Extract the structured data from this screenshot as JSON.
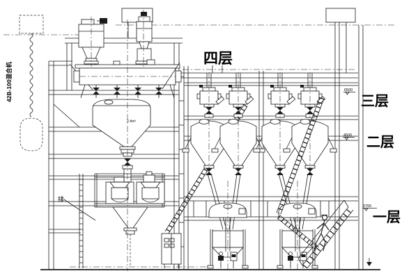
{
  "drawing_type": "plant-elevation",
  "labels": {
    "floor4": "四层",
    "floor3": "三层",
    "floor2": "二层",
    "floor1": "一层"
  },
  "elevations": {
    "floor3": "6500",
    "floor2": "4500",
    "floor1": "2700"
  },
  "annotations": {
    "mixer_model": "42B-100混合机",
    "drain_callout": "排",
    "hopper_volume": "2.4m³"
  },
  "colors": {
    "line": "#1a1a1a",
    "background": "#ffffff"
  }
}
